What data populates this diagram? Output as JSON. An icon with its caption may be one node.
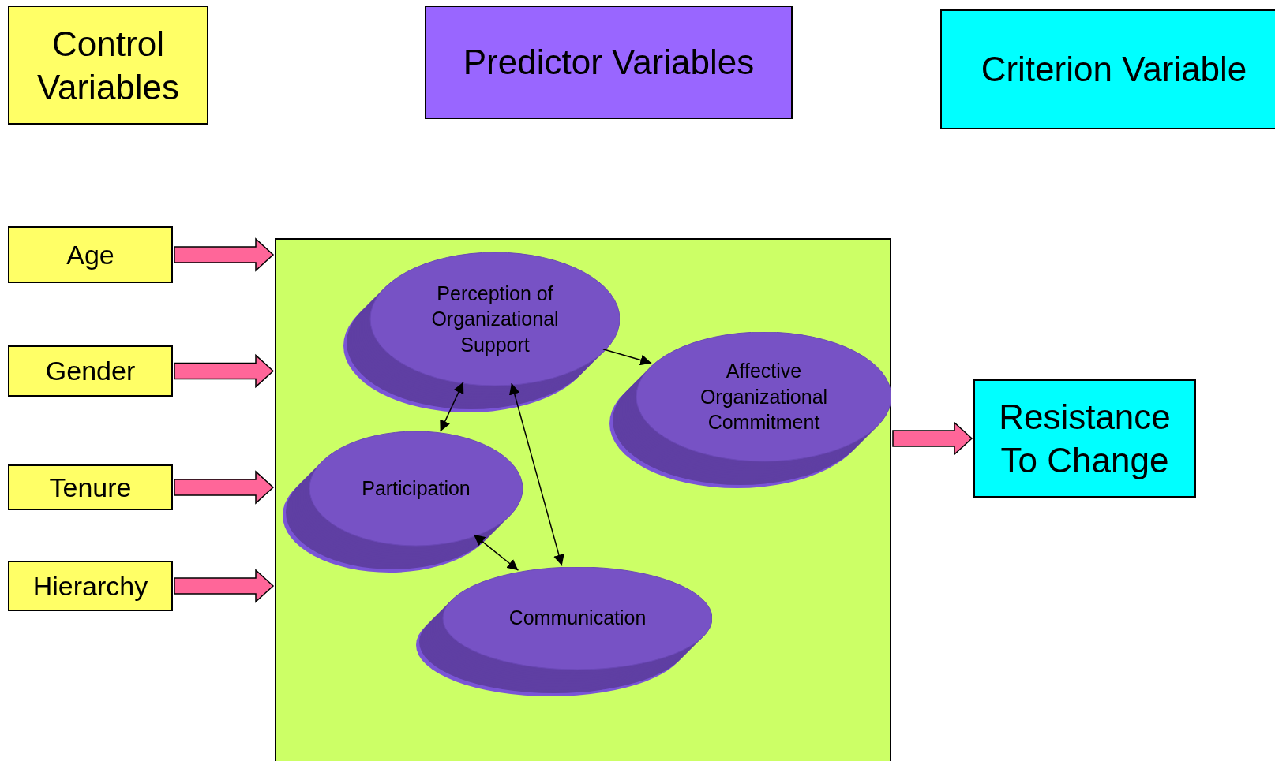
{
  "diagram": {
    "nodes": [
      {
        "text": [
          "Control Variables"
        ]
      },
      {
        "text": [
          "Predictor Variables"
        ]
      },
      {
        "text": [
          "Criterion Variable"
        ]
      },
      {
        "text": [
          "Age"
        ]
      },
      {
        "text": [
          "Gender"
        ]
      },
      {
        "text": [
          "Tenure"
        ]
      },
      {
        "text": [
          "Hierarchy"
        ]
      },
      {
        "text": [],
        "shape": "box"
      },
      {
        "text": [
          "Perception of Organizational Support"
        ],
        "in": 7
      },
      {
        "text": [
          "Affective Organizational Commitment"
        ],
        "in": 7
      },
      {
        "text": [
          "Participation"
        ],
        "in": 7
      },
      {
        "text": [
          "Communication"
        ],
        "in": 7
      },
      {
        "text": [
          "Resistance To Change"
        ]
      }
    ],
    "edges": [
      {
        "from": 3,
        "to": 7,
        "arrow": "to",
        "style": "thick",
        "color": "#ff6699"
      },
      {
        "from": 4,
        "to": 7,
        "arrow": "to",
        "style": "thick",
        "color": "#ff6699"
      },
      {
        "from": 5,
        "to": 7,
        "arrow": "to",
        "style": "thick",
        "color": "#ff6699"
      },
      {
        "from": 6,
        "to": 7,
        "arrow": "to",
        "style": "thick",
        "color": "#ff6699"
      },
      {
        "from": 7,
        "to": 12,
        "arrow": "to",
        "style": "thick",
        "color": "#ff6699"
      },
      {
        "from": 8,
        "to": 9,
        "arrow": "to"
      },
      {
        "from": 8,
        "to": 10,
        "arrow": "both"
      },
      {
        "from": 8,
        "to": 11,
        "arrow": "both"
      },
      {
        "from": 10,
        "to": 11,
        "arrow": "both"
      }
    ]
  }
}
